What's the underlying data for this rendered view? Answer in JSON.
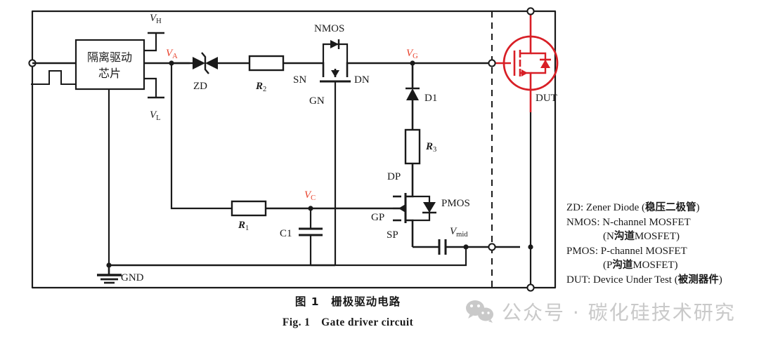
{
  "figure": {
    "caption_cn": "图 1　栅极驱动电路",
    "caption_en": "Fig. 1　Gate driver circuit"
  },
  "circuit": {
    "chip_label_line1": "隔离驱动",
    "chip_label_line2": "芯片",
    "supply_high": "V",
    "supply_high_sub": "H",
    "supply_low": "V",
    "supply_low_sub": "L",
    "node_a": "V",
    "node_a_sub": "A",
    "node_c": "V",
    "node_c_sub": "C",
    "node_g": "V",
    "node_g_sub": "G",
    "node_mid": "V",
    "node_mid_sub": "mid",
    "zener": "ZD",
    "r2": "R",
    "r2_sub": "2",
    "r1": "R",
    "r1_sub": "1",
    "r3": "R",
    "r3_sub": "3",
    "c1": "C1",
    "d1": "D1",
    "nmos": "NMOS",
    "nmos_source": "SN",
    "nmos_drain": "DN",
    "nmos_gate": "GN",
    "pmos": "PMOS",
    "pmos_drain": "DP",
    "pmos_source": "SP",
    "pmos_gate": "GP",
    "dut": "DUT",
    "gnd": "GND"
  },
  "legend": [
    {
      "text": "ZD: Zener Diode (",
      "cjk": "稳压二极管",
      "tail": ")",
      "indent": false
    },
    {
      "text": "NMOS: N-channel MOSFET",
      "cjk": "",
      "tail": "",
      "indent": false
    },
    {
      "text": "(N",
      "cjk": "沟道",
      "tail": "MOSFET)",
      "indent": true
    },
    {
      "text": "PMOS: P-channel MOSFET",
      "cjk": "",
      "tail": "",
      "indent": false
    },
    {
      "text": "(P",
      "cjk": "沟道",
      "tail": "MOSFET)",
      "indent": true
    },
    {
      "text": "DUT: Device Under Test (",
      "cjk": "被测器件",
      "tail": ")",
      "indent": false
    }
  ],
  "watermark": {
    "text": "公众号 · 碳化硅技术研究"
  },
  "colors": {
    "wire": "#1a1a1a",
    "accent_red": "#d81f26",
    "label_red": "#e8402a",
    "watermark": "#c9c9c9"
  }
}
